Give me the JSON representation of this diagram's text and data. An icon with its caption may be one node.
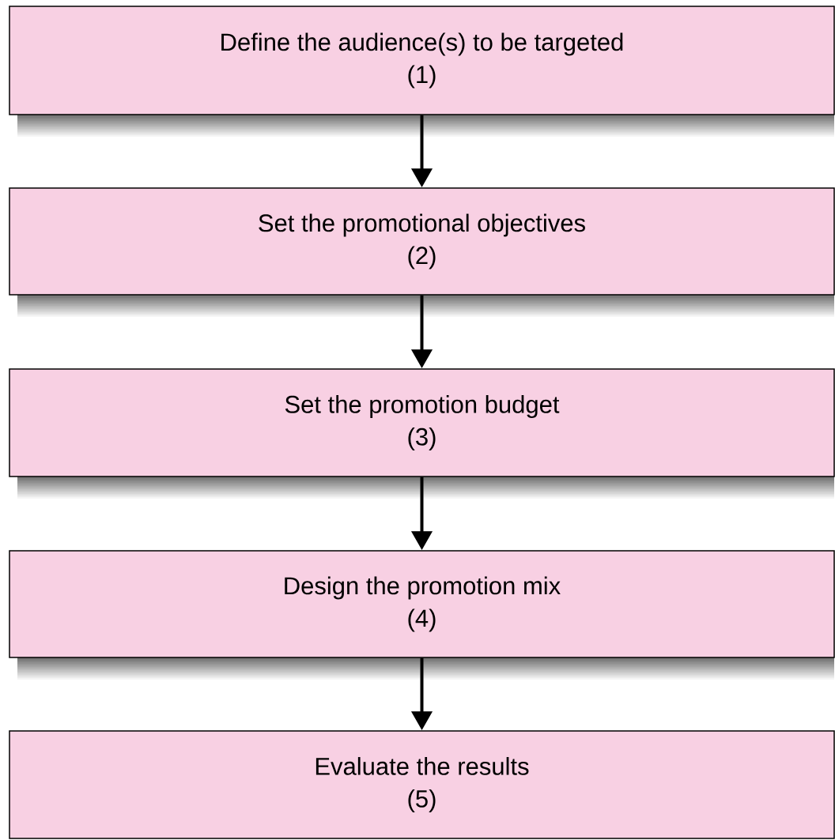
{
  "diagram": {
    "nodes": [
      {
        "text": [
          "Define the audience(s) to be targeted",
          "(1)"
        ]
      },
      {
        "text": [
          "Set the promotional objectives",
          "(2)"
        ]
      },
      {
        "text": [
          "Set the promotion budget",
          "(3)"
        ]
      },
      {
        "text": [
          "Design the promotion mix",
          "(4)"
        ]
      },
      {
        "text": [
          "Evaluate the results",
          "(5)"
        ]
      }
    ],
    "edges": [
      {
        "from": 0,
        "to": 1,
        "arrow": "to"
      },
      {
        "from": 1,
        "to": 2,
        "arrow": "to"
      },
      {
        "from": 2,
        "to": 3,
        "arrow": "to"
      },
      {
        "from": 3,
        "to": 4,
        "arrow": "to"
      }
    ]
  }
}
